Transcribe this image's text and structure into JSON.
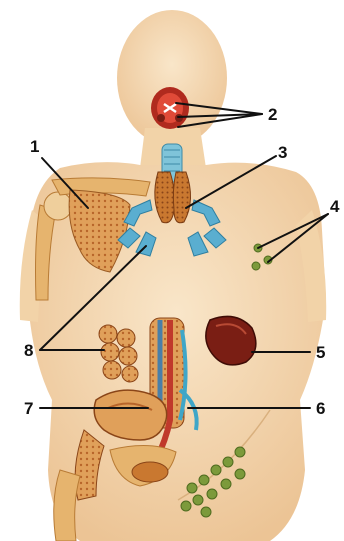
{
  "diagram": {
    "labels": [
      {
        "id": "1",
        "text": "1"
      },
      {
        "id": "2",
        "text": "2"
      },
      {
        "id": "3",
        "text": "3"
      },
      {
        "id": "4",
        "text": "4"
      },
      {
        "id": "5",
        "text": "5"
      },
      {
        "id": "6",
        "text": "6"
      },
      {
        "id": "7",
        "text": "7"
      },
      {
        "id": "8",
        "text": "8"
      }
    ]
  },
  "colors": {
    "skin": "#f6ddb9",
    "skin_shade": "#ecc495",
    "bone": "#e6b46e",
    "lymph_tissue": "#d98a3a",
    "trachea": "#7fc4d9",
    "bronchi": "#5aaed0",
    "tonsil_red": "#c0392b",
    "spleen": "#7a1e14",
    "node_green": "#7c9a3b",
    "leader_line": "#111111"
  }
}
